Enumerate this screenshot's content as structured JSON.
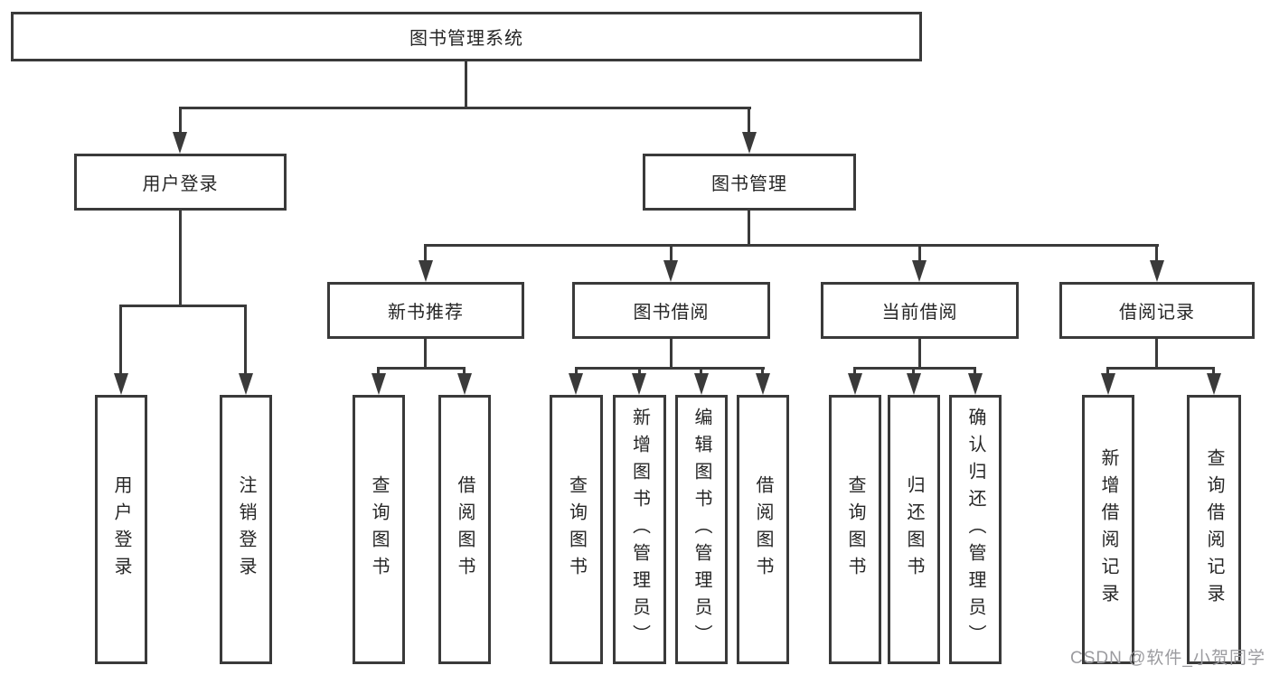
{
  "tree": {
    "label": "图书管理系统",
    "children": [
      {
        "label": "用户登录",
        "children": [
          {
            "label": "用户登录"
          },
          {
            "label": "注销登录"
          }
        ]
      },
      {
        "label": "图书管理",
        "children": [
          {
            "label": "新书推荐",
            "children": [
              {
                "label": "查询图书"
              },
              {
                "label": "借阅图书"
              }
            ]
          },
          {
            "label": "图书借阅",
            "children": [
              {
                "label": "查询图书"
              },
              {
                "label": "新增图书（管理员）"
              },
              {
                "label": "编辑图书（管理员）"
              },
              {
                "label": "借阅图书"
              }
            ]
          },
          {
            "label": "当前借阅",
            "children": [
              {
                "label": "查询图书"
              },
              {
                "label": "归还图书"
              },
              {
                "label": "确认归还（管理员）"
              }
            ]
          },
          {
            "label": "借阅记录",
            "children": [
              {
                "label": "新增借阅记录"
              },
              {
                "label": "查询借阅记录"
              }
            ]
          }
        ]
      }
    ]
  },
  "watermark": "CSDN @软件_小贺同学",
  "colors": {
    "line": "#3a3a3a",
    "text": "#262626",
    "watermark": "#9b9b9f",
    "background": "#ffffff"
  }
}
